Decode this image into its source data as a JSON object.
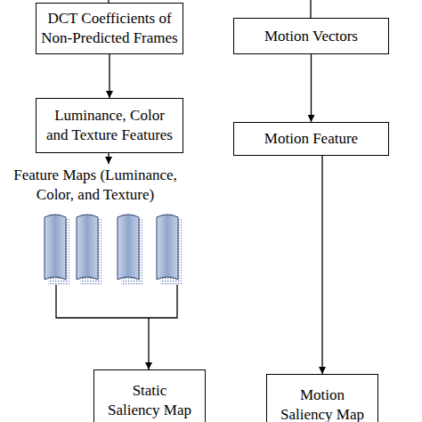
{
  "diagram": {
    "nodes": [
      {
        "text": [
          "DCT Coefficients of Non-Predicted Frames"
        ]
      },
      {
        "text": [
          "Motion Vectors"
        ]
      },
      {
        "text": [
          "Luminance, Color and Texture Features"
        ]
      },
      {
        "text": [
          "Motion Feature"
        ]
      },
      {
        "text": [
          "Static Saliency Map"
        ]
      },
      {
        "text": [
          "Motion Saliency Map"
        ]
      }
    ],
    "edges": [
      {
        "from": 0,
        "to": 2,
        "arrow": "to"
      },
      {
        "from": 1,
        "to": 3,
        "arrow": "to"
      },
      {
        "from": 3,
        "to": 5,
        "arrow": "to"
      }
    ],
    "labels": [
      "Feature Maps (Luminance, Color, and Texture)"
    ]
  }
}
